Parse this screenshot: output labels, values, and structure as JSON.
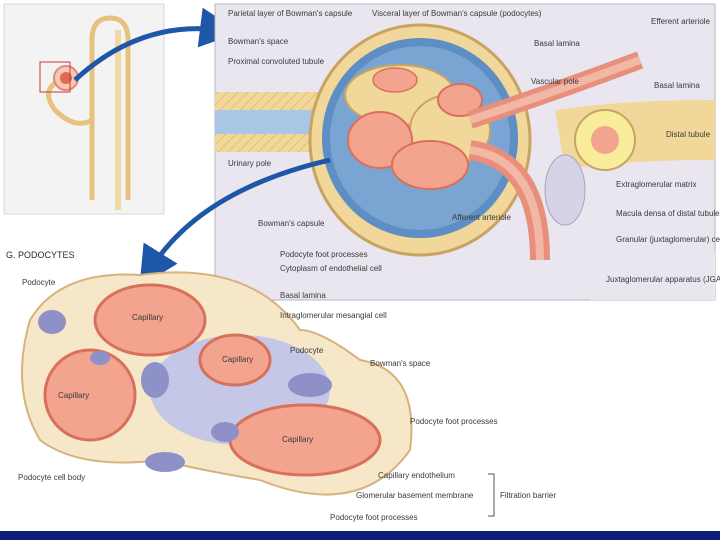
{
  "colors": {
    "page_bg": "#ffffff",
    "panel_bg": "#e9e6ef",
    "panel_border": "#b9b3c6",
    "capillary": "#f3a48e",
    "capillary_dark": "#d9705c",
    "capsule_blue": "#5d8fc4",
    "tubule_tan": "#f2d79a",
    "mesangium": "#8e90c8",
    "arrow_blue": "#1e56a8",
    "footer_blue": "#0b1e78",
    "label_text": "#3a3a3a"
  },
  "inset_labels": [
    "Parietal layer of Bowman's capsule",
    "Bowman's space",
    "Proximal convoluted tubule",
    "Visceral layer of Bowman's capsule (podocytes)",
    "Basal lamina",
    "Efferent arteriole",
    "Vascular pole",
    "Basal lamina",
    "Distal tubule",
    "Urinary pole",
    "Bowman's capsule",
    "Afferent arteriole",
    "Extraglomerular matrix",
    "Macula densa of distal tubule",
    "Granular (juxtaglomerular) cells",
    "Juxtaglomerular apparatus (JGA)"
  ],
  "podocyte_panel": {
    "title": "G. PODOCYTES",
    "labels": [
      "Podocyte",
      "Capillary",
      "Capillary",
      "Capillary",
      "Capillary",
      "Podocyte foot processes",
      "Cytoplasm of endothelial cell",
      "Basal lamina",
      "Intraglomerular mesangial cell",
      "Podocyte",
      "Bowman's space",
      "Podocyte foot processes",
      "Podocyte cell body",
      "Capillary endothelium",
      "Glomerular basement membrane",
      "Filtration barrier",
      "Podocyte foot processes"
    ]
  }
}
